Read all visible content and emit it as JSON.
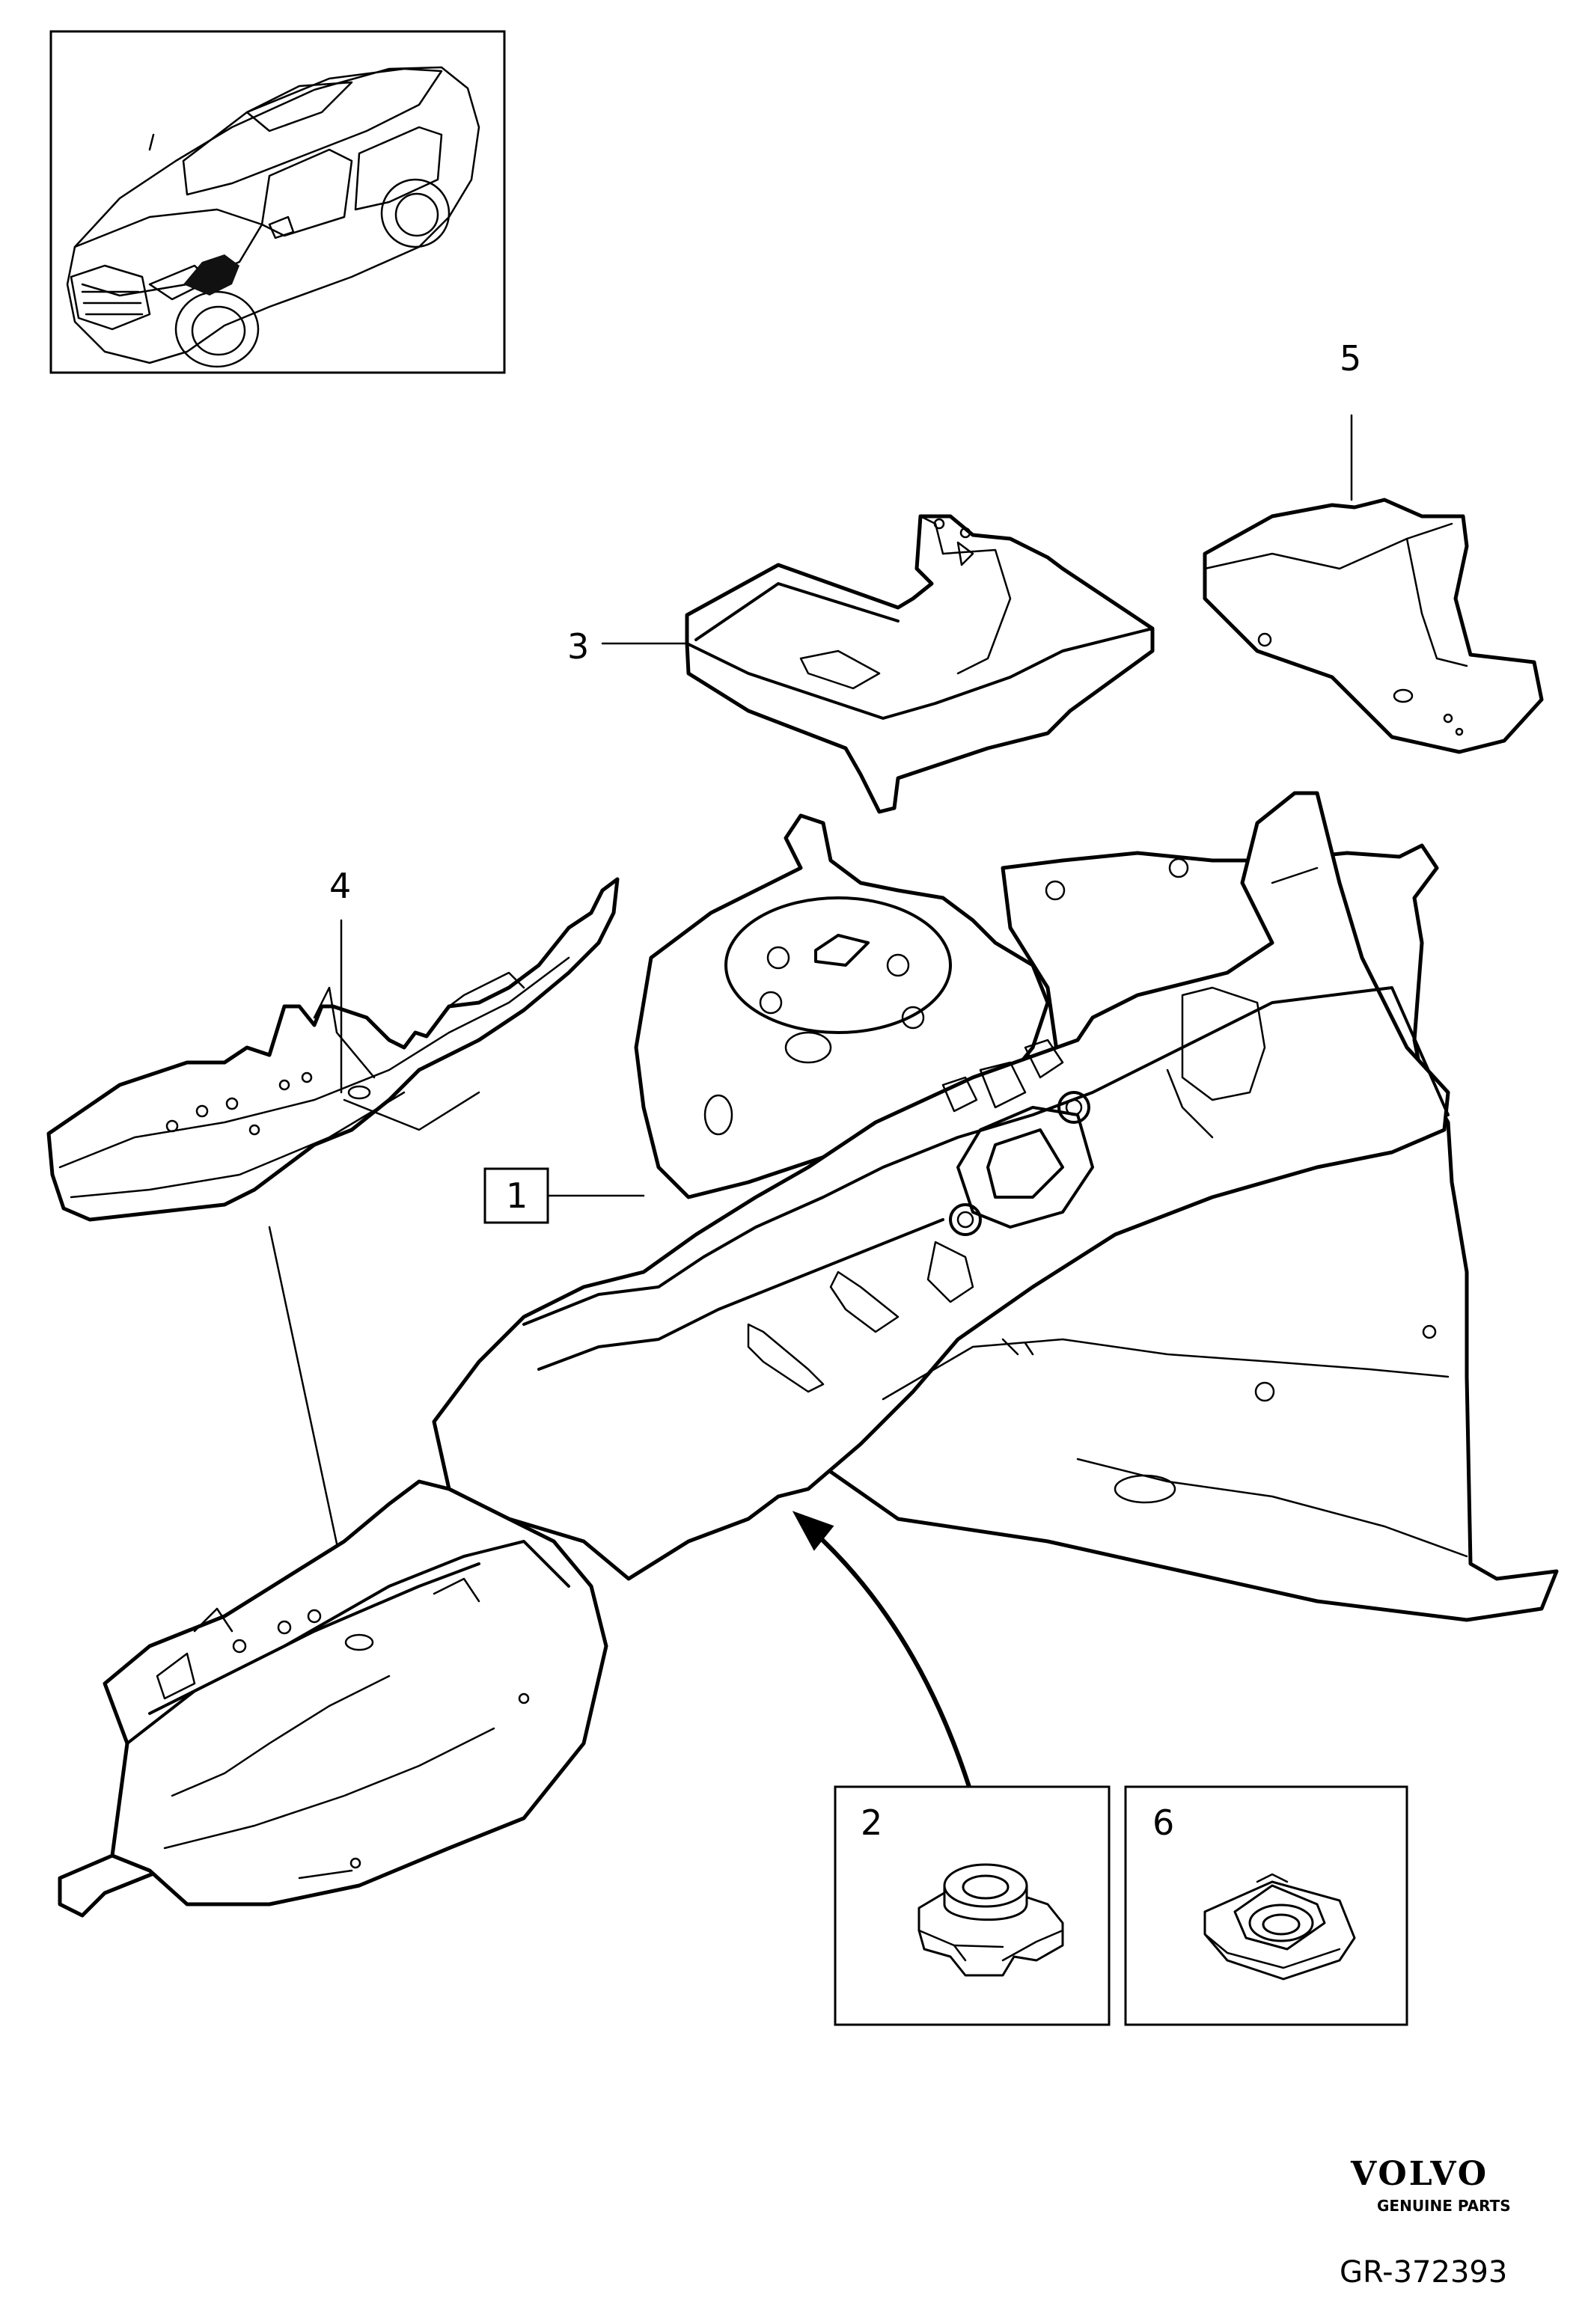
{
  "callouts": {
    "part_1": "1",
    "part_2": "2",
    "part_3": "3",
    "part_4": "4",
    "part_5": "5",
    "part_6": "6"
  },
  "brand": {
    "name": "VOLVO",
    "tagline": "GENUINE PARTS"
  },
  "reference_code": "GR-372393"
}
